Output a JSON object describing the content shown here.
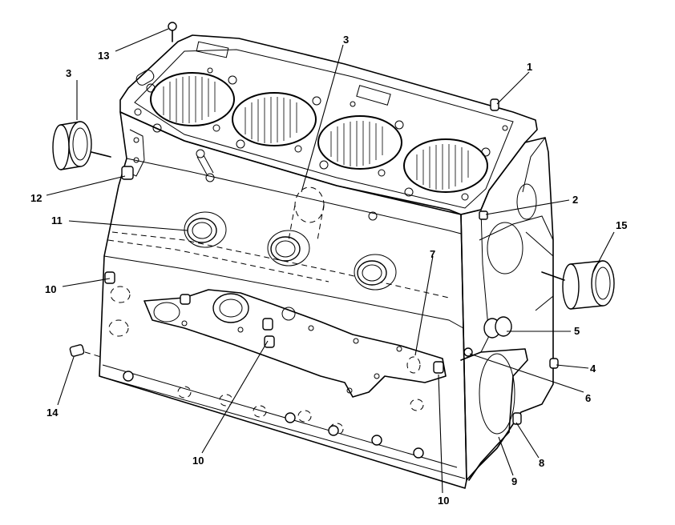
{
  "figure": {
    "callouts": [
      {
        "id": "c1",
        "label": "1"
      },
      {
        "id": "c2",
        "label": "2"
      },
      {
        "id": "c3a",
        "label": "3"
      },
      {
        "id": "c3b",
        "label": "3"
      },
      {
        "id": "c4",
        "label": "4"
      },
      {
        "id": "c5",
        "label": "5"
      },
      {
        "id": "c6",
        "label": "6"
      },
      {
        "id": "c7",
        "label": "7"
      },
      {
        "id": "c8",
        "label": "8"
      },
      {
        "id": "c9",
        "label": "9"
      },
      {
        "id": "c10a",
        "label": "10"
      },
      {
        "id": "c10b",
        "label": "10"
      },
      {
        "id": "c10c",
        "label": "10"
      },
      {
        "id": "c11",
        "label": "11"
      },
      {
        "id": "c12",
        "label": "12"
      },
      {
        "id": "c13",
        "label": "13"
      },
      {
        "id": "c14",
        "label": "14"
      },
      {
        "id": "c15",
        "label": "15"
      }
    ]
  }
}
